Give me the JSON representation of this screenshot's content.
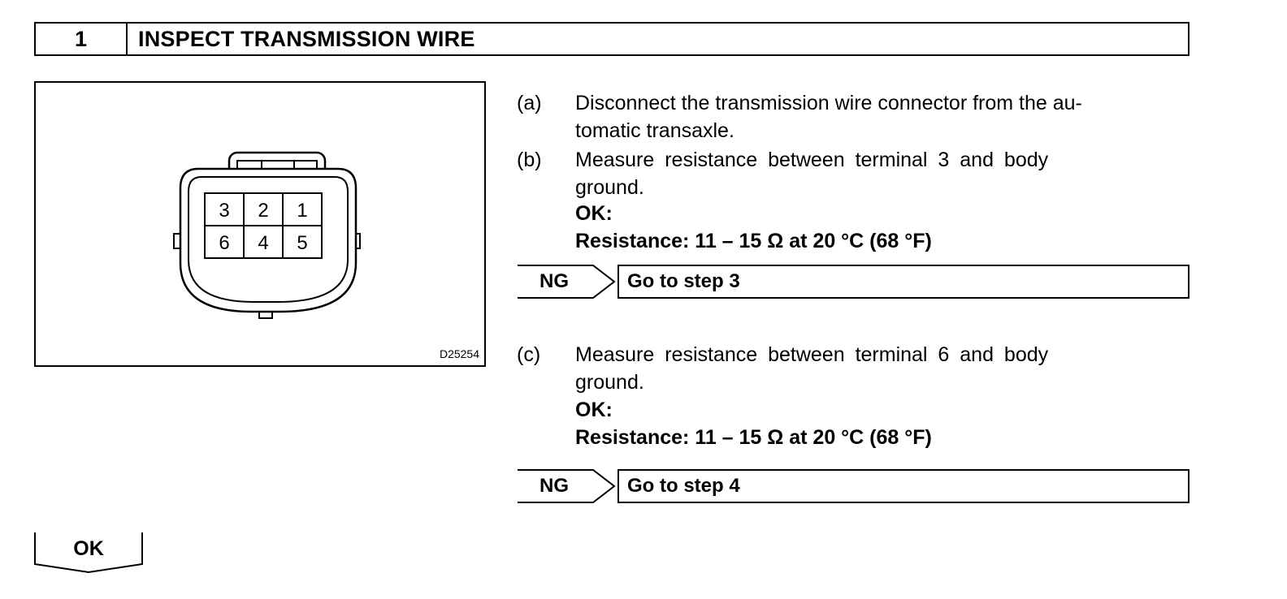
{
  "step": {
    "number": "1",
    "title": "INSPECT TRANSMISSION WIRE"
  },
  "figure": {
    "terminals_top": [
      "3",
      "2",
      "1"
    ],
    "terminals_bottom": [
      "6",
      "4",
      "5"
    ],
    "id": "D25254"
  },
  "instructions": {
    "a": {
      "letter": "(a)",
      "line1": "Disconnect the transmission wire connector from the au-",
      "line2": "tomatic transaxle."
    },
    "b": {
      "letter": "(b)",
      "line1": "Measure resistance between terminal 3 and body",
      "line2": "ground.",
      "ok": "OK:",
      "spec": "Resistance: 11 – 15 Ω at 20 °C (68 °F)"
    },
    "c": {
      "letter": "(c)",
      "line1": "Measure resistance between terminal 6 and body",
      "line2": "ground.",
      "ok": "OK:",
      "spec": "Resistance: 11 – 15 Ω at 20 °C (68 °F)"
    }
  },
  "ng1": {
    "label": "NG",
    "text": "Go to step 3"
  },
  "ng2": {
    "label": "NG",
    "text": "Go to step 4"
  },
  "ok_tab": {
    "label": "OK"
  }
}
